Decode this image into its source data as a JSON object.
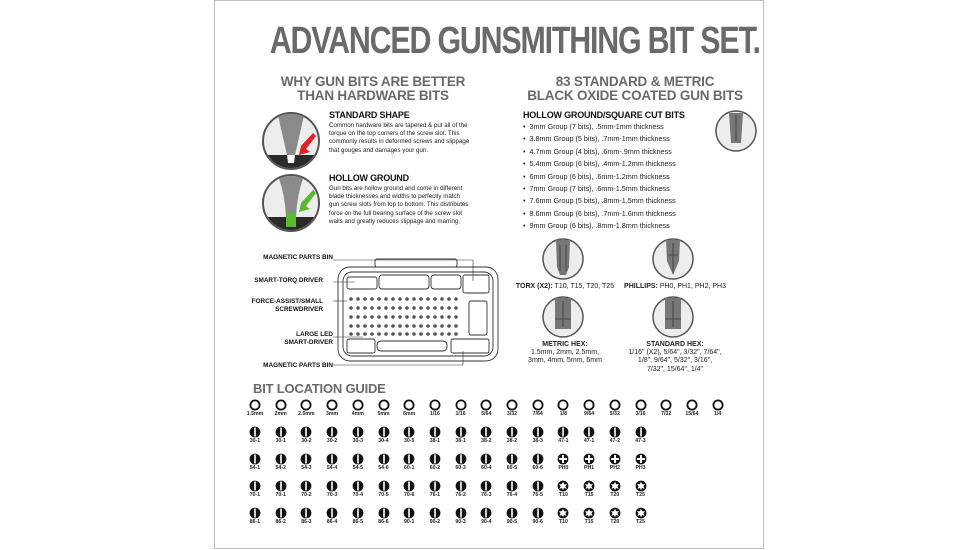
{
  "title": "ADVANCED GUNSMITHING BIT SET.",
  "left_heading": [
    "WHY GUN BITS ARE BETTER",
    "THAN HARDWARE BITS"
  ],
  "right_heading": [
    "83 STANDARD & METRIC",
    "BLACK OXIDE COATED GUN BITS"
  ],
  "standard_shape": {
    "title": "STANDARD SHAPE",
    "lines": [
      "Common hardware bits are tapered & put all of the",
      "torque on the top corners of the screw slot. This",
      "commonly results in deformed screws and slippage",
      "that gouges and damages your gun."
    ],
    "arrow_color": "#e02020"
  },
  "hollow_ground": {
    "title": "HOLLOW GROUND",
    "lines": [
      "Gun bits are hollow ground and come in different",
      "blade thicknesses and widths to perfectly match",
      "gun screw slots from top to bottom. This distributes",
      "force on the full bearing surface of the screw slot",
      "walls and greatly reduces slippage and marring."
    ],
    "arrow_color": "#5cb82e"
  },
  "case_labels": [
    [
      "MAGNETIC PARTS BIN"
    ],
    [
      "SMART-TORQ DRIVER"
    ],
    [
      "FORCE-ASSIST/SMALL",
      "SCREWDRIVER"
    ],
    [
      "LARGE LED",
      "SMART-DRIVER"
    ],
    [
      "MAGNETIC PARTS BIN"
    ]
  ],
  "hollow_cut": {
    "title": "HOLLOW GROUND/SQUARE CUT BITS",
    "items": [
      "3mm Group (7 bits), .5mm-1mm thickness",
      "3.8mm Group (5 bits), .7mm-1mm thickness",
      "4.7mm Group (4 bits), .6mm-.9mm thickness",
      "5.4mm Group (6 bits), .4mm-1.2mm thickness",
      "6mm Group (6 bits), .6mm-1.2mm thickness",
      "7mm Group (7 bits), .6mm-1.5mm thickness",
      "7.6mm Group (5 bits), .8mm-1.5mm thickness",
      "8.6mm Group (6 bits), .7mm-1.6mm thickness",
      "9mm Group (6 bits), .8mm-1.8mm thickness"
    ]
  },
  "torx": {
    "label": "TORX (X2):",
    "sizes": "T10, T15, T20, T25"
  },
  "phillips": {
    "label": "PHILLIPS:",
    "sizes": "PH0, PH1, PH2, PH3"
  },
  "metric_hex": {
    "label": "METRIC HEX:",
    "lines": [
      "1.5mm, 2mm, 2.5mm,",
      "3mm, 4mm, 5mm, 6mm"
    ]
  },
  "standard_hex": {
    "label": "STANDARD HEX:",
    "lines": [
      "1/16\" (X2), 5/64\", 3/32\", 7/64\",",
      "1/8\", 9/64\", 5/32\", 3/16\",",
      "7/32\", 15/64\", 1/4\""
    ]
  },
  "guide_title": "BIT LOCATION GUIDE",
  "guide_rows": [
    {
      "icon": "hex",
      "labels": [
        "1.5mm",
        "2mm",
        "2.5mm",
        "3mm",
        "4mm",
        "5mm",
        "6mm",
        "1/16",
        "1/16",
        "5/64",
        "3/32",
        "7/64",
        "1/8",
        "9/64",
        "5/32",
        "3/16",
        "7/32",
        "15/64",
        "1/4"
      ]
    },
    {
      "icon": "slot",
      "labels": [
        "30-1",
        "30-1",
        "30-2",
        "30-2",
        "30-3",
        "30-4",
        "30-5",
        "38-1",
        "38-1",
        "38-2",
        "38-2",
        "38-3",
        "47-1",
        "47-1",
        "47-2",
        "47-3"
      ]
    },
    {
      "icon": "slot",
      "labels": [
        "54-1",
        "54-2",
        "54-3",
        "54-4",
        "54-5",
        "54-6",
        "60-1",
        "60-2",
        "60-3",
        "60-4",
        "60-5",
        "60-6",
        "PH0",
        "PH1",
        "PH2",
        "PH3"
      ]
    },
    {
      "icon": "slot",
      "labels": [
        "70-1",
        "70-1",
        "70-2",
        "70-3",
        "70-4",
        "70-5",
        "70-6",
        "76-1",
        "76-2",
        "76-3",
        "76-4",
        "76-5",
        "T10",
        "T15",
        "T20",
        "T25"
      ]
    },
    {
      "icon": "slot",
      "labels": [
        "86-1",
        "86-2",
        "86-3",
        "86-4",
        "86-5",
        "86-6",
        "90-1",
        "90-2",
        "90-3",
        "90-4",
        "90-5",
        "90-6",
        "T10",
        "T15",
        "T20",
        "T25"
      ]
    }
  ]
}
